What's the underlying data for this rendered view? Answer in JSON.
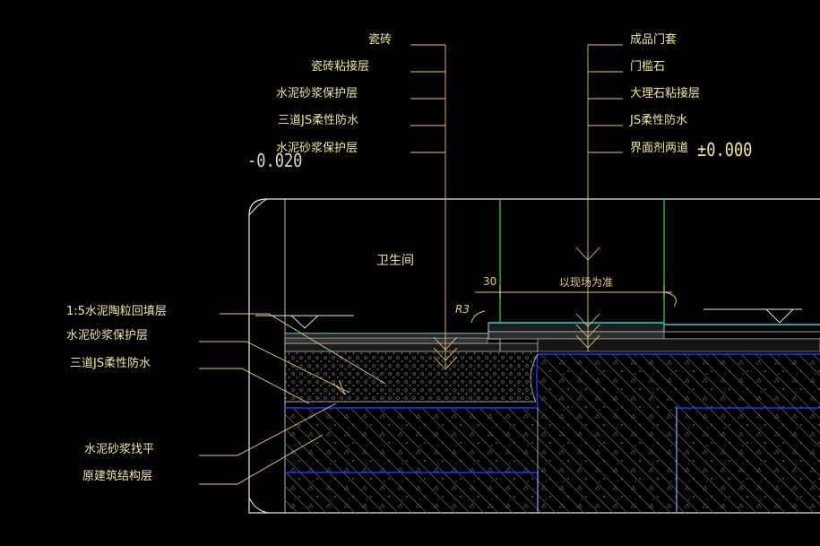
{
  "labels": {
    "top_left": [
      "瓷砖",
      "瓷砖粘接层",
      "水泥砂浆保护层",
      "三道JS柔性防水",
      "水泥砂浆保护层"
    ],
    "top_right": [
      "成品门套",
      "门槛石",
      "大理石粘接层",
      "JS柔性防水",
      "界面剂两道"
    ],
    "room": "卫生间",
    "left_side": [
      "1:5水泥陶粒回填层",
      "水泥砂浆保护层",
      "三道JS柔性防水",
      "水泥砂浆找平",
      "原建筑结构层"
    ]
  },
  "levels": {
    "left": "-0.020",
    "right": "±0.000"
  },
  "dimensions": {
    "width": "30",
    "radius": "R3",
    "note": "以现场为准"
  },
  "colors": {
    "background": "#000000",
    "text": "#f2e79a",
    "outline": "#e8e8e8",
    "structure_edge": "#2233ff",
    "door_frame": "#22cc44",
    "tile_surface": "#22d6d6"
  }
}
